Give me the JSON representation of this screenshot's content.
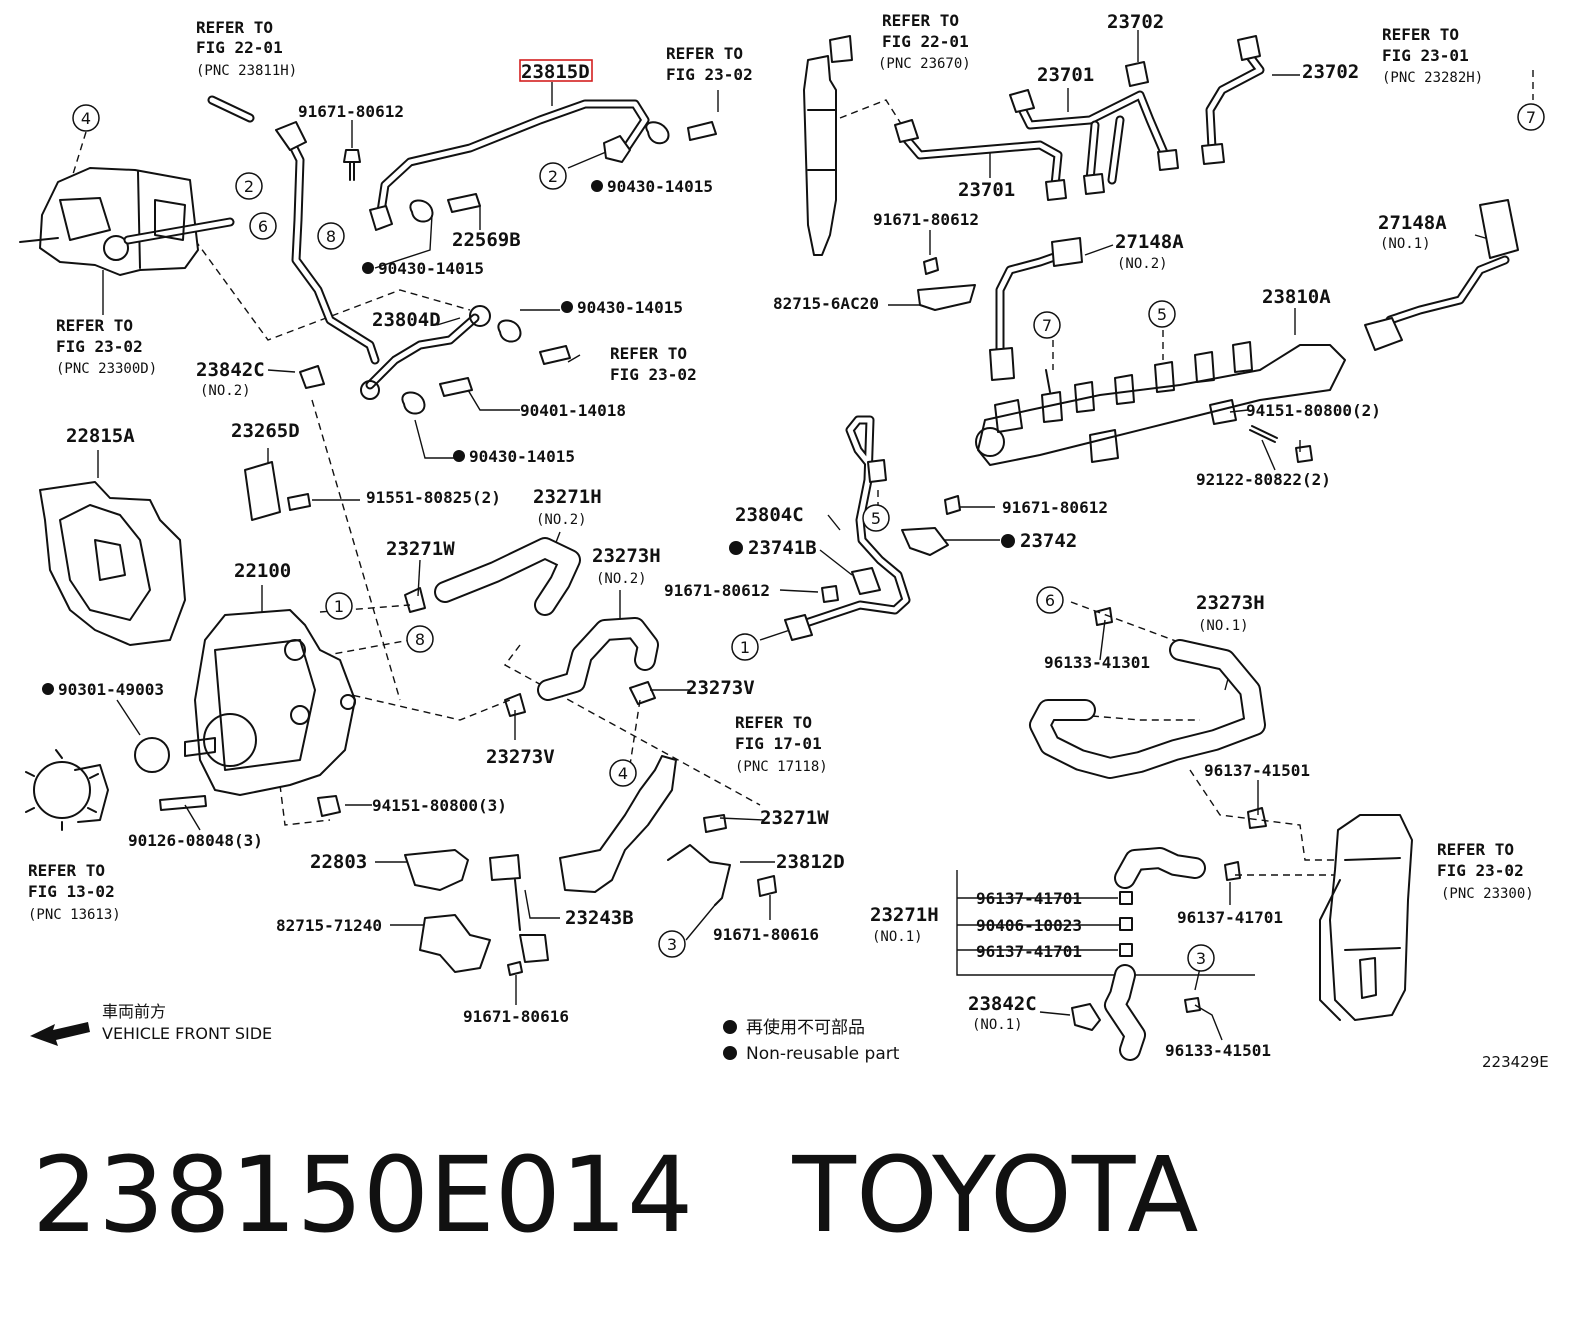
{
  "caption": {
    "part_number": "238150E014",
    "brand": "TOYOTA"
  },
  "figure_code": "223429E",
  "highlighted_part": "23815D",
  "legend": {
    "orientation_jp": "車両前方",
    "orientation_en": "VEHICLE FRONT SIDE",
    "nonreusable_jp": "再使用不可部品",
    "nonreusable_en": "Non-reusable part"
  },
  "refer_to": [
    {
      "line1": "REFER TO",
      "line2": "FIG 22-01",
      "line3": "(PNC 23811H)"
    },
    {
      "line1": "REFER TO",
      "line2": "FIG 23-02",
      "line3": ""
    },
    {
      "line1": "REFER TO",
      "line2": "FIG 22-01",
      "line3": "(PNC 23670)"
    },
    {
      "line1": "REFER TO",
      "line2": "FIG 23-01",
      "line3": "(PNC 23282H)"
    },
    {
      "line1": "REFER TO",
      "line2": "FIG 23-02",
      "line3": "(PNC 23300D)"
    },
    {
      "line1": "REFER TO",
      "line2": "FIG 23-02",
      "line3": ""
    },
    {
      "line1": "REFER TO",
      "line2": "FIG 17-01",
      "line3": "(PNC 17118)"
    },
    {
      "line1": "REFER TO",
      "line2": "FIG 13-02",
      "line3": "(PNC 13613)"
    },
    {
      "line1": "REFER TO",
      "line2": "FIG 23-02",
      "line3": "(PNC 23300)"
    }
  ],
  "parts": [
    {
      "id": "23815D",
      "sub": ""
    },
    {
      "id": "91671-80612",
      "sub": ""
    },
    {
      "id": "90430-14015",
      "sub": "",
      "nonreusable": true
    },
    {
      "id": "22569B",
      "sub": ""
    },
    {
      "id": "90430-14015",
      "sub": "",
      "nonreusable": true
    },
    {
      "id": "23804D",
      "sub": ""
    },
    {
      "id": "90430-14015",
      "sub": "",
      "nonreusable": true
    },
    {
      "id": "23842C",
      "sub": "(NO.2)"
    },
    {
      "id": "90401-14018",
      "sub": ""
    },
    {
      "id": "90430-14015",
      "sub": "",
      "nonreusable": true
    },
    {
      "id": "22815A",
      "sub": ""
    },
    {
      "id": "23265D",
      "sub": ""
    },
    {
      "id": "91551-80825(2)",
      "sub": ""
    },
    {
      "id": "22100",
      "sub": ""
    },
    {
      "id": "23271W",
      "sub": ""
    },
    {
      "id": "23271H",
      "sub": "(NO.2)"
    },
    {
      "id": "23273H",
      "sub": "(NO.2)"
    },
    {
      "id": "90301-49003",
      "sub": "",
      "nonreusable": true
    },
    {
      "id": "23273V",
      "sub": ""
    },
    {
      "id": "23273V",
      "sub": ""
    },
    {
      "id": "94151-80800(3)",
      "sub": ""
    },
    {
      "id": "90126-08048(3)",
      "sub": ""
    },
    {
      "id": "22803",
      "sub": ""
    },
    {
      "id": "82715-71240",
      "sub": ""
    },
    {
      "id": "23243B",
      "sub": ""
    },
    {
      "id": "91671-80616",
      "sub": ""
    },
    {
      "id": "23271W",
      "sub": ""
    },
    {
      "id": "23812D",
      "sub": ""
    },
    {
      "id": "91671-80616",
      "sub": ""
    },
    {
      "id": "23702",
      "sub": ""
    },
    {
      "id": "23701",
      "sub": ""
    },
    {
      "id": "23702",
      "sub": ""
    },
    {
      "id": "23701",
      "sub": ""
    },
    {
      "id": "91671-80612",
      "sub": ""
    },
    {
      "id": "27148A",
      "sub": "(NO.2)"
    },
    {
      "id": "27148A",
      "sub": "(NO.1)"
    },
    {
      "id": "82715-6AC20",
      "sub": ""
    },
    {
      "id": "23810A",
      "sub": ""
    },
    {
      "id": "94151-80800(2)",
      "sub": ""
    },
    {
      "id": "92122-80822(2)",
      "sub": ""
    },
    {
      "id": "23804C",
      "sub": ""
    },
    {
      "id": "91671-80612",
      "sub": ""
    },
    {
      "id": "23741B",
      "sub": "",
      "nonreusable": true
    },
    {
      "id": "23742",
      "sub": "",
      "nonreusable": true
    },
    {
      "id": "91671-80612",
      "sub": ""
    },
    {
      "id": "23273H",
      "sub": "(NO.1)"
    },
    {
      "id": "96133-41301",
      "sub": ""
    },
    {
      "id": "96137-41501",
      "sub": ""
    },
    {
      "id": "96137-41701",
      "sub": ""
    },
    {
      "id": "90406-10023",
      "sub": ""
    },
    {
      "id": "96137-41701",
      "sub": ""
    },
    {
      "id": "23271H",
      "sub": "(NO.1)"
    },
    {
      "id": "96137-41701",
      "sub": ""
    },
    {
      "id": "23842C",
      "sub": "(NO.1)"
    },
    {
      "id": "96133-41501",
      "sub": ""
    }
  ],
  "callouts": [
    "4",
    "2",
    "6",
    "8",
    "2",
    "1",
    "8",
    "4",
    "3",
    "5",
    "7",
    "5",
    "6",
    "3",
    "7",
    "1"
  ]
}
